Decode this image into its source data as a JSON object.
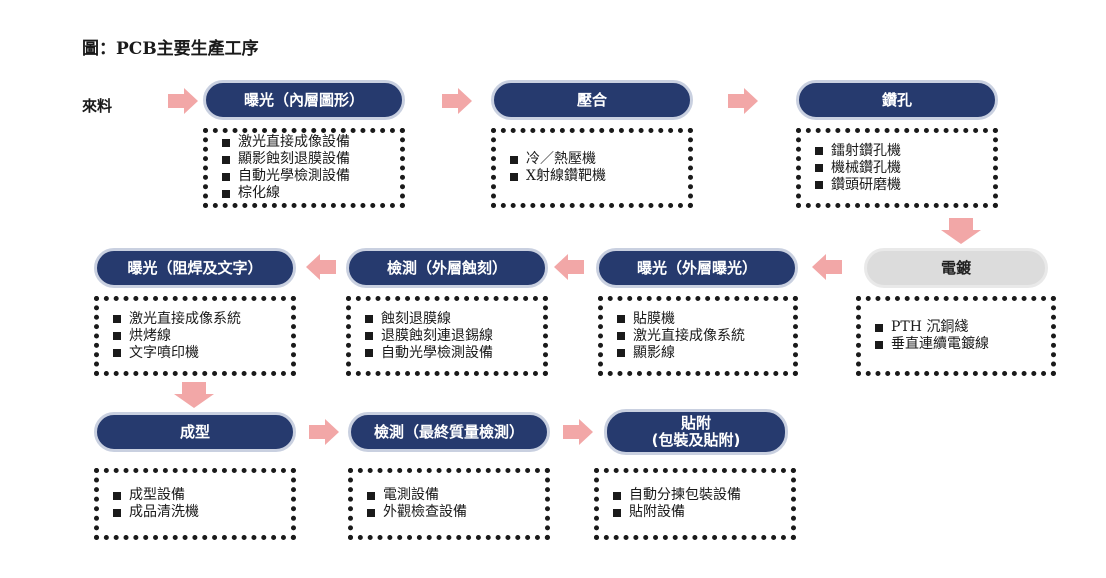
{
  "title": "圖：PCB主要生產工序",
  "source_label": "來料",
  "colors": {
    "step_fill": "#263a6e",
    "step_grey": "#dcdcdc",
    "arrow": "#f2a7a7",
    "box_border": "#1a1a1a"
  },
  "steps": [
    {
      "label": "曝光（內層圖形）",
      "items": [
        "激光直接成像設備",
        "顯影蝕刻退膜設備",
        "自動光學檢測設備",
        "棕化線"
      ]
    },
    {
      "label": "壓合",
      "items": [
        "冷／熱壓機",
        "X射線鑽靶機"
      ]
    },
    {
      "label": "鑽孔",
      "items": [
        "鐳射鑽孔機",
        "機械鑽孔機",
        "鑽頭研磨機"
      ]
    },
    {
      "label": "電鍍",
      "items": [
        "PTH 沉銅綫",
        "垂直連續電鍍線"
      ]
    },
    {
      "label": "曝光（外層曝光）",
      "items": [
        "貼膜機",
        "激光直接成像系統",
        "顯影線"
      ]
    },
    {
      "label": "檢測（外層蝕刻）",
      "items": [
        "蝕刻退膜線",
        "退膜蝕刻連退錫線",
        "自動光學檢測設備"
      ]
    },
    {
      "label": "曝光（阻焊及文字）",
      "items": [
        "激光直接成像系統",
        "烘烤線",
        "文字噴印機"
      ]
    },
    {
      "label": "成型",
      "items": [
        "成型設備",
        "成品清洗機"
      ]
    },
    {
      "label": "檢測（最終質量檢測）",
      "items": [
        "電測設備",
        "外觀檢查設備"
      ]
    },
    {
      "label_line1": "貼附",
      "label_line2": "(包裝及貼附)",
      "items": [
        "自動分揀包裝設備",
        "貼附設備"
      ]
    }
  ]
}
